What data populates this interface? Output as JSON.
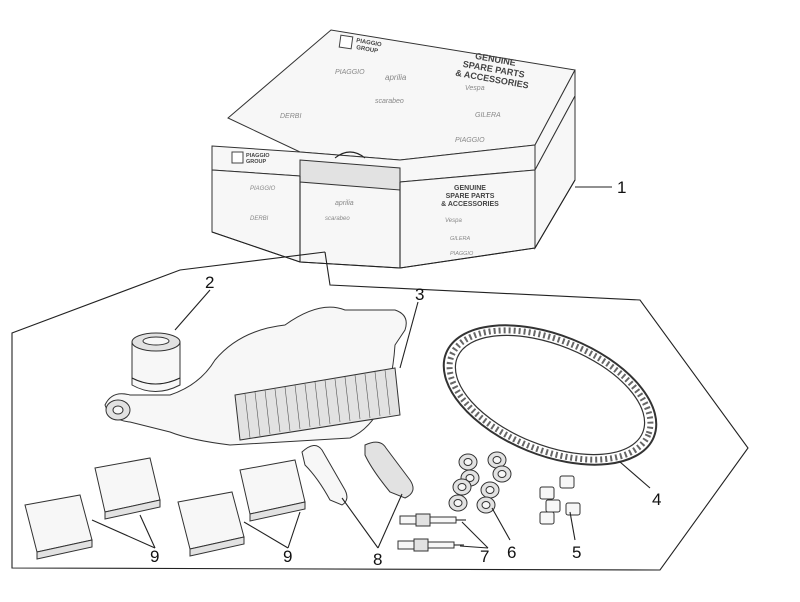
{
  "box_label": {
    "line1": "GENUINE",
    "line2": "SPARE PARTS",
    "line3": "& ACCESSORIES"
  },
  "group_logo": {
    "line1": "PIAGGIO",
    "line2": "GROUP"
  },
  "brands": {
    "piaggio": "PIAGGIO",
    "aprilia": "aprilia",
    "scarabeo": "scarabeo",
    "vespa": "Vespa",
    "gilera": "GILERA",
    "derbi": "DERBI"
  },
  "callouts": [
    "1",
    "2",
    "3",
    "4",
    "5",
    "6",
    "7",
    "8",
    "9",
    "9"
  ],
  "colors": {
    "line": "#222222",
    "part_fill": "#f7f7f7",
    "part_shade": "#e2e2e2"
  }
}
